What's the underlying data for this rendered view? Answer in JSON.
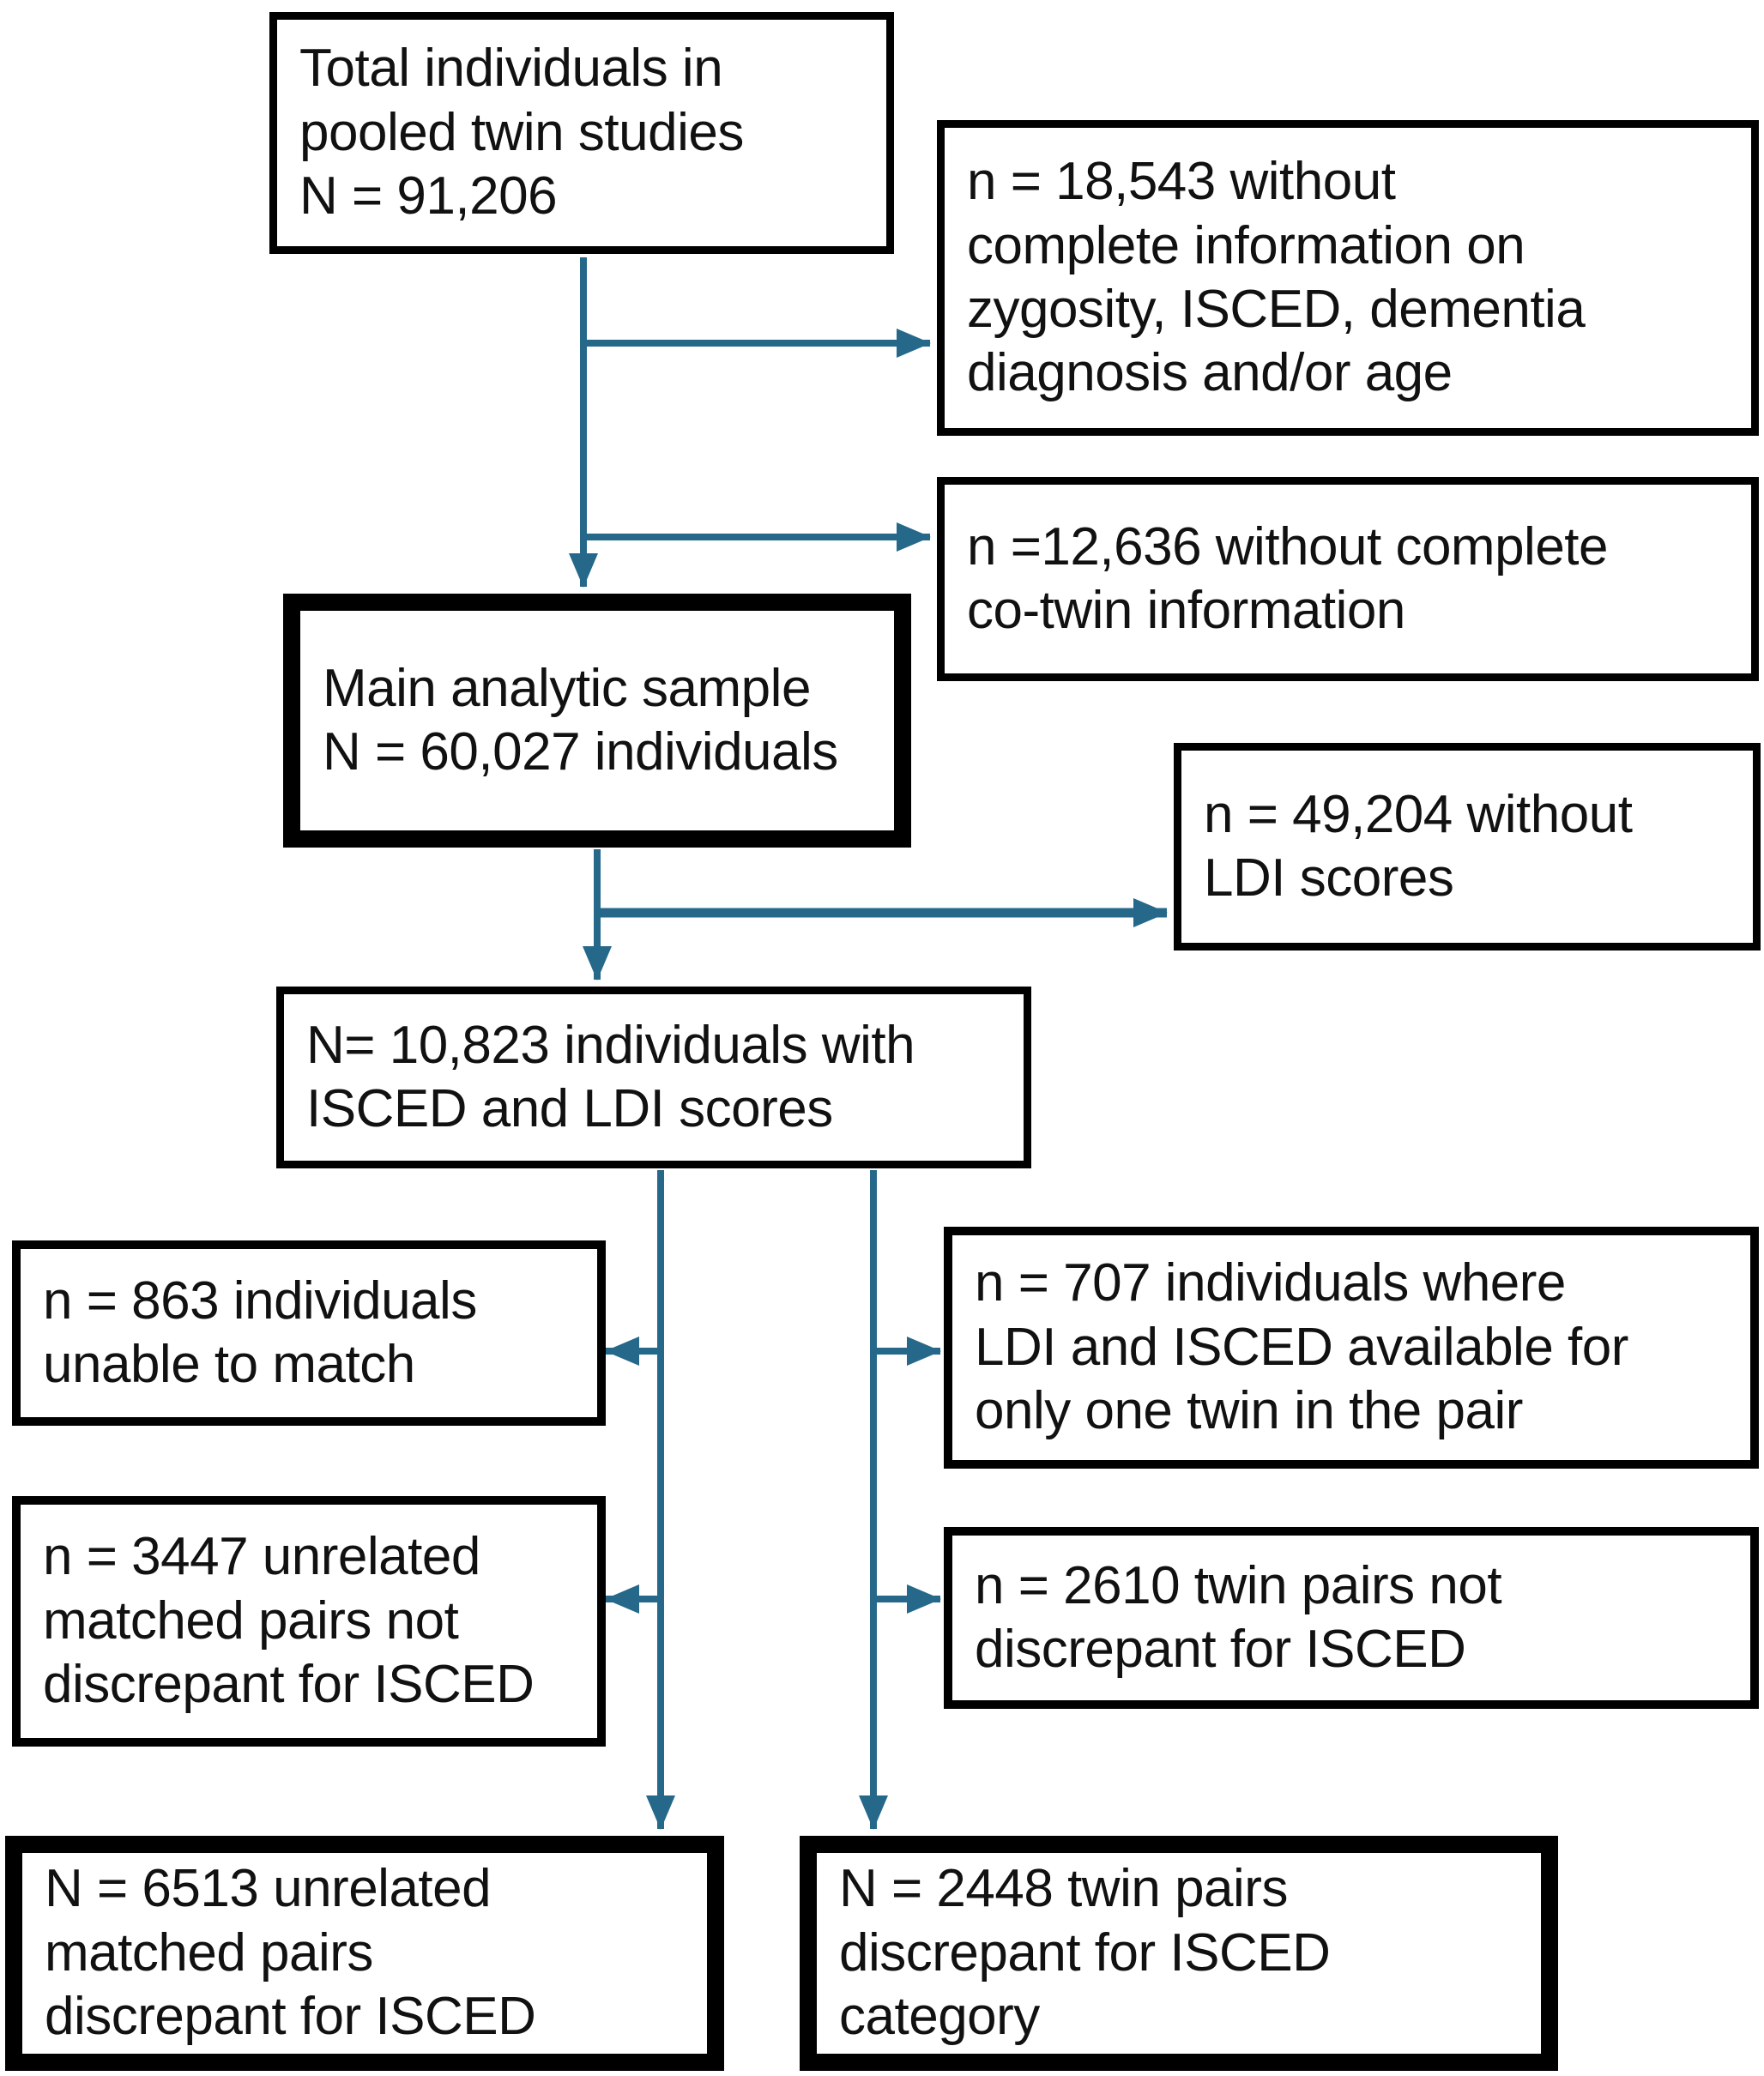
{
  "figure": {
    "type": "flowchart",
    "background": "#ffffff",
    "accent_color": "#26688A",
    "box_border_color": "#000000",
    "text_color": "#111111"
  },
  "nodes": [
    {
      "id": "total",
      "emphasis": "normal",
      "text": "Total individuals in\npooled twin studies\nN = 91,206"
    },
    {
      "id": "excluded-18543",
      "emphasis": "normal",
      "text": "n = 18,543 without\ncomplete information on\nzygosity, ISCED, dementia\ndiagnosis and/or age"
    },
    {
      "id": "excluded-12636",
      "emphasis": "normal",
      "text": "n =12,636 without complete\nco-twin information"
    },
    {
      "id": "main-sample",
      "emphasis": "thick",
      "text": "Main analytic sample\nN = 60,027 individuals"
    },
    {
      "id": "excluded-49204",
      "emphasis": "normal",
      "text": "n = 49,204 without\nLDI scores"
    },
    {
      "id": "isced-ldi-10823",
      "emphasis": "normal",
      "text": "N= 10,823 individuals with\nISCED and LDI scores"
    },
    {
      "id": "excluded-863",
      "emphasis": "normal",
      "text": "n = 863 individuals\nunable to match"
    },
    {
      "id": "excluded-707",
      "emphasis": "normal",
      "text": "n = 707  individuals where\nLDI and ISCED available for\nonly one twin in the pair"
    },
    {
      "id": "excluded-3447",
      "emphasis": "normal",
      "text": "n = 3447 unrelated\nmatched pairs not\ndiscrepant for ISCED"
    },
    {
      "id": "excluded-2610",
      "emphasis": "normal",
      "text": "n = 2610 twin pairs not\ndiscrepant for ISCED"
    },
    {
      "id": "final-6513",
      "emphasis": "thick",
      "text": "N = 6513 unrelated\nmatched pairs\ndiscrepant for ISCED"
    },
    {
      "id": "final-2448",
      "emphasis": "thick",
      "text": "N = 2448 twin pairs\ndiscrepant for ISCED\ncategory"
    }
  ],
  "edges": [
    {
      "from": "total",
      "to": "main-sample"
    },
    {
      "from": "total",
      "to": "excluded-18543"
    },
    {
      "from": "total",
      "to": "excluded-12636"
    },
    {
      "from": "main-sample",
      "to": "isced-ldi-10823"
    },
    {
      "from": "main-sample",
      "to": "excluded-49204"
    },
    {
      "from": "isced-ldi-10823",
      "to": "excluded-863"
    },
    {
      "from": "isced-ldi-10823",
      "to": "excluded-3447"
    },
    {
      "from": "isced-ldi-10823",
      "to": "final-6513"
    },
    {
      "from": "isced-ldi-10823",
      "to": "excluded-707"
    },
    {
      "from": "isced-ldi-10823",
      "to": "excluded-2610"
    },
    {
      "from": "isced-ldi-10823",
      "to": "final-2448"
    }
  ]
}
